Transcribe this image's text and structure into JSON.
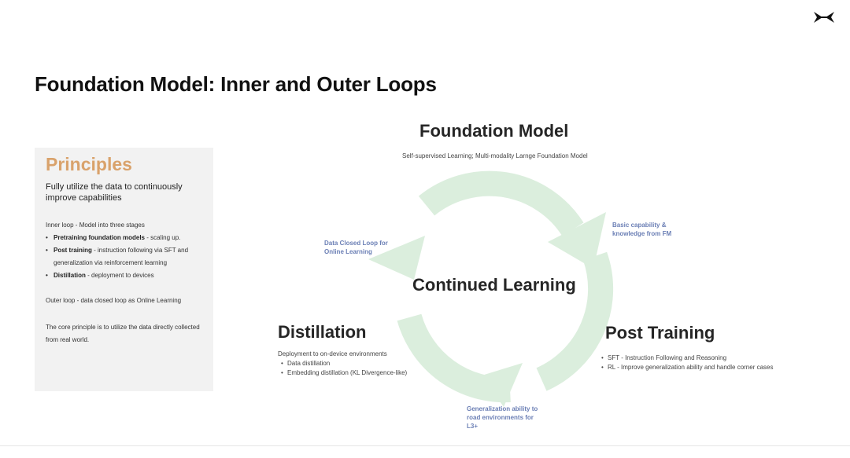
{
  "slide": {
    "title": "Foundation Model: Inner and Outer Loops"
  },
  "principles": {
    "heading": "Principles",
    "lead": "Fully utilize the data to continuously improve capabilities",
    "inner_loop_title": "Inner loop - Model into three stages",
    "items": [
      {
        "bold": "Pretraining foundation models",
        "text": " - scaling up."
      },
      {
        "bold": "Post training",
        "text": " - instruction following via SFT and generalization via reinforcement learning"
      },
      {
        "bold": "Distillation",
        "text": " - deployment to devices"
      }
    ],
    "outer_loop": "Outer loop - data closed loop as Online Learning",
    "core_principle": "The core principle is to utilize the data directly collected from real world."
  },
  "diagram": {
    "center": "Continued Learning",
    "foundation": {
      "title": "Foundation Model",
      "subtitle": "Self-supervised Learning; Multi-modality Larnge Foundation Model"
    },
    "post_training": {
      "title": "Post Training",
      "bullets": [
        "SFT - Instruction Following and Reasoning",
        "RL - Improve generalization ability and handle corner cases"
      ]
    },
    "distillation": {
      "title": "Distillation",
      "intro": "Deployment to on-device environments",
      "bullets": [
        "Data distillation",
        "Embedding distillation (KL Divergence-like)"
      ]
    },
    "annotations": {
      "top_right_1": "Basic capability &",
      "top_right_2": "knowledge from FM",
      "left_1": "Data Closed Loop for",
      "left_2": "Online Learning",
      "bottom_1": "Generalization ability to",
      "bottom_2": "road environments for",
      "bottom_3": "L3+"
    },
    "colors": {
      "cycle_arrow": "#dbeedd",
      "annotation_text": "#6b7fb5",
      "principles_heading": "#d9a26b"
    }
  }
}
